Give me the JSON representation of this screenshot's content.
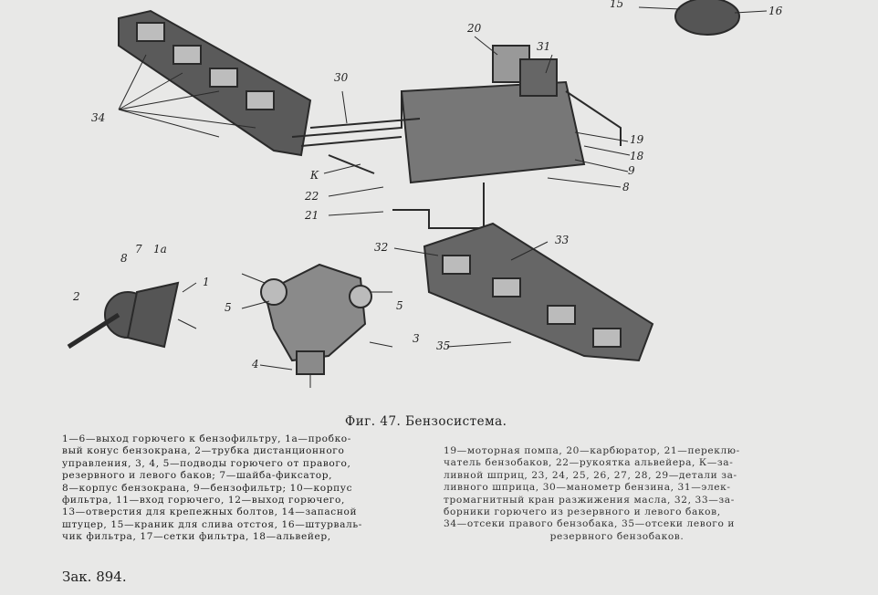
{
  "figure": {
    "caption": "Фиг. 47. Бензосистема.",
    "labels": [
      "15",
      "16",
      "20",
      "31",
      "30",
      "34",
      "К",
      "22",
      "21",
      "19",
      "18",
      "9",
      "8",
      "32",
      "33",
      "35",
      "2",
      "8",
      "7",
      "1а",
      "1",
      "5",
      "5",
      "3",
      "4"
    ]
  },
  "legend_left": [
    "1—6—выход горючего к бензофильтру, 1а—пробко-",
    "вый конус бензокрана, 2—трубка дистанционного",
    "управления, 3, 4, 5—подводы горючего от правого,",
    "резервного и левого баков; 7—шайба-фиксатор,",
    "8—корпус бензокрана, 9—бензофильтр; 10—корпус",
    "фильтра, 11—вход горючего, 12—выход горючего,",
    "13—отверстия для крепежных болтов, 14—запасной",
    "штуцер, 15—краник для слива отстоя, 16—штурваль-",
    "чик фильтра, 17—сетки фильтра, 18—альвейер,"
  ],
  "legend_right": [
    "19—моторная помпа, 20—карбюратор, 21—переклю-",
    "чатель бензобаков, 22—рукоятка альвейера, К—за-",
    "ливной шприц, 23, 24, 25, 26, 27, 28, 29—детали за-",
    "ливного шприца, 30—манометр бензина, 31—элек-",
    "тромагнитный кран разжижения масла, 32, 33—за-",
    "борники горючего из резервного и левого баков,",
    "34—отсеки правого бензобака, 35—отсеки левого и",
    "резервного бензобаков."
  ],
  "footer": {
    "order": "Зак. 894."
  }
}
